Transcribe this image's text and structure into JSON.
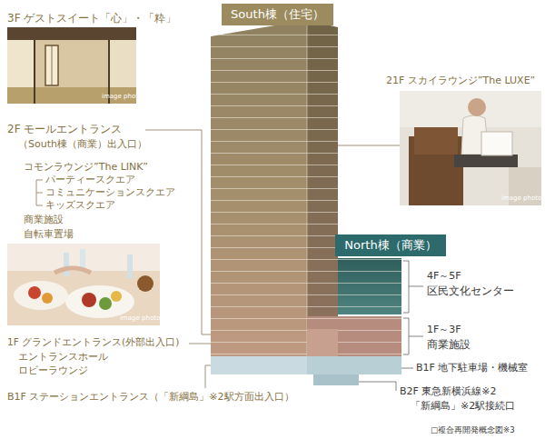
{
  "diagram": {
    "nodes": [
      {
        "text": [
          "South棟（住宅）"
        ]
      },
      {
        "text": [
          "North棟（商業）"
        ]
      }
    ],
    "labels": [
      "3F ゲストスイート「心」・「粋」",
      "image photo",
      "2F モールエントランス",
      "（South棟（商業）出入口）",
      "コモンラウンジ”The LINK”",
      "パーティースクエア",
      "コミュニケーションスクエア",
      "キッズスクエア",
      "商業施設",
      "自転車置場",
      "image photo",
      "1F グランドエントランス(外部出入口)",
      "エントランスホール",
      "ロビーラウンジ",
      "B1F ステーションエントランス（「新綱島」※2駅方面出入口）",
      "21F スカイラウンジ”The LUXE”",
      "image photo",
      "4F～5F",
      "区民文化センター",
      "1F～3F",
      "商業施設",
      "B1F 地下駐車場・機械室",
      "B2F 東急新横浜線※2",
      "「新綱島」※2駅接続口",
      "□複合再開発概念図※3"
    ]
  }
}
